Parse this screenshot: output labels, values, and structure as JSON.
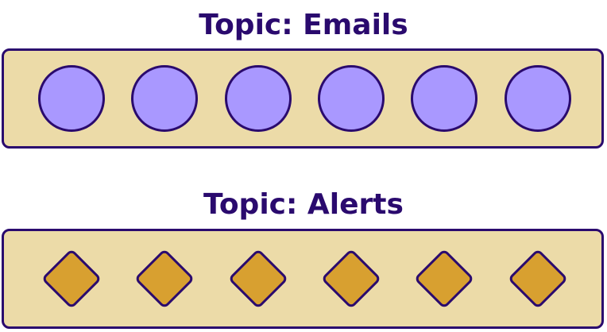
{
  "topics": [
    {
      "title": "Topic: Emails",
      "item_shape": "circle",
      "item_count": 6,
      "colors": {
        "fill": "#a998ff",
        "stroke": "#2a0a6e",
        "box": "#ecdba8"
      }
    },
    {
      "title": "Topic: Alerts",
      "item_shape": "diamond",
      "item_count": 6,
      "colors": {
        "fill": "#d8a030",
        "stroke": "#2a0a6e",
        "box": "#ecdba8"
      }
    }
  ]
}
